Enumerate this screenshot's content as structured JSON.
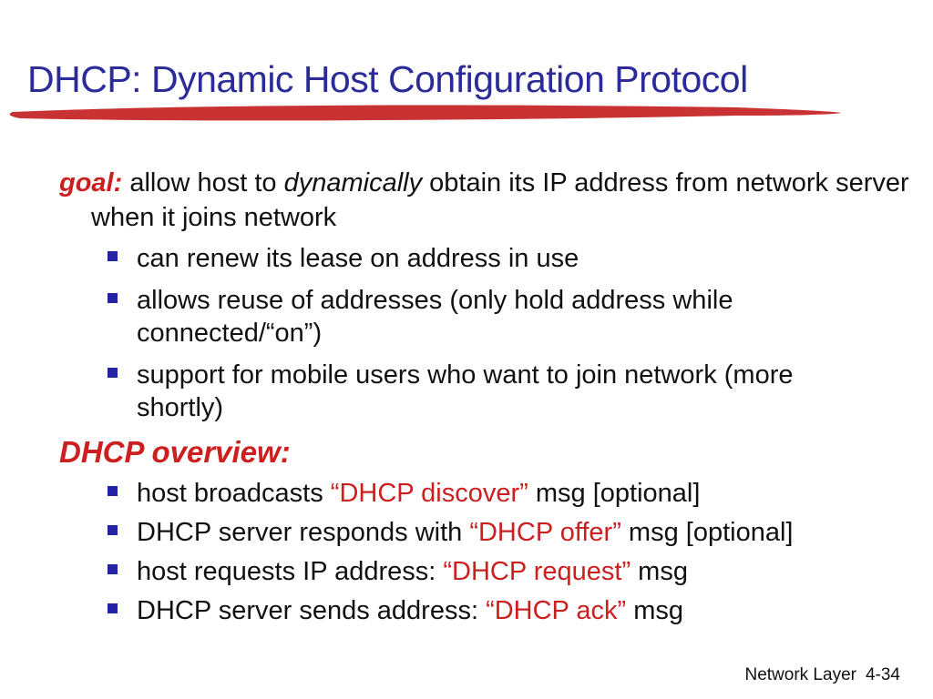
{
  "slide": {
    "title": "DHCP: Dynamic Host Configuration Protocol",
    "goal": {
      "label": "goal:",
      "text_before_italic": " allow host to ",
      "italic_word": "dynamically",
      "text_after_italic": " obtain its IP address from network server when it joins network"
    },
    "goal_bullets": [
      {
        "text": "can renew its lease on address in use"
      },
      {
        "text": "allows reuse of addresses (only hold address while connected/“on”)"
      },
      {
        "text": "support for mobile users who want to join network (more shortly)"
      }
    ],
    "overview": {
      "heading": "DHCP overview:",
      "bullets": [
        {
          "pre": "host broadcasts ",
          "quoted": "“DHCP discover”",
          "post": " msg [optional]"
        },
        {
          "pre": "DHCP server responds with ",
          "quoted": "“DHCP offer”",
          "post": " msg [optional]"
        },
        {
          "pre": "host requests IP address: ",
          "quoted": "“DHCP request”",
          "post": " msg"
        },
        {
          "pre": "DHCP server sends address: ",
          "quoted": "“DHCP ack”",
          "post": " msg"
        }
      ]
    },
    "footer": {
      "section": "Network Layer",
      "page": "4-34"
    },
    "colors": {
      "title_blue": "#2B2B99",
      "accent_red": "#CC1F1F",
      "swoosh_red": "#C83232",
      "bullet_navy": "#2323A5",
      "text_black": "#111111",
      "background": "#FFFFFF"
    }
  }
}
